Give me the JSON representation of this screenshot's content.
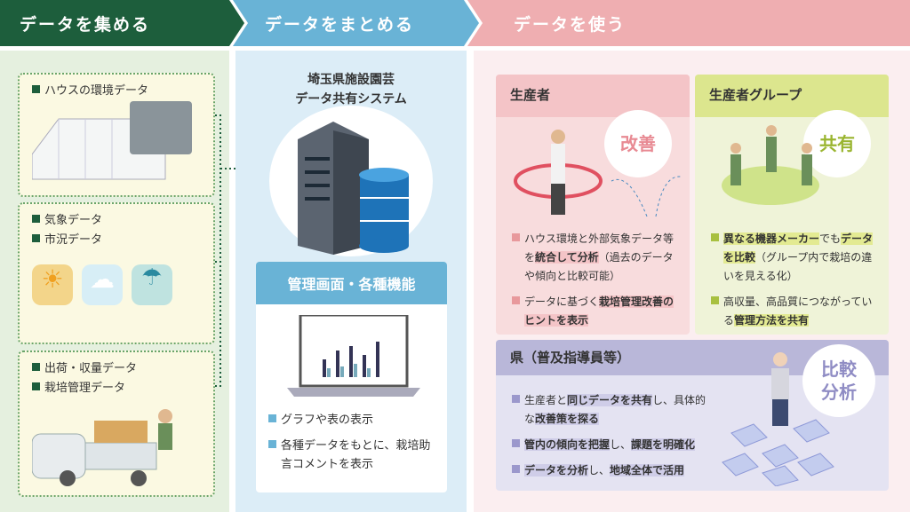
{
  "banners": [
    "データを集める",
    "データをまとめる",
    "データを使う"
  ],
  "collect": {
    "box1": [
      "ハウスの環境データ"
    ],
    "box2": [
      "気象データ",
      "市況データ"
    ],
    "box3": [
      "出荷・収量データ",
      "栽培管理データ"
    ]
  },
  "organize": {
    "system_title": [
      "埼玉県施設園芸",
      "データ共有システム"
    ],
    "panel_title": "管理画面・各種機能",
    "features": [
      "グラフや表の表示",
      "各種データをもとに、栽培助言コメントを表示"
    ]
  },
  "use": {
    "producer": {
      "title": "生産者",
      "badge": "改善",
      "items": [
        [
          [
            "ハウス環境と外部気象データ等を",
            false
          ],
          [
            "統合して分析",
            true
          ],
          [
            "（過去のデータや傾向と比較可能）",
            false
          ]
        ],
        [
          [
            "データに基づく",
            false
          ],
          [
            "栽培管理改善のヒントを表示",
            true
          ]
        ]
      ]
    },
    "group": {
      "title": "生産者グループ",
      "badge": "共有",
      "items": [
        [
          [
            "異なる機器メーカー",
            true
          ],
          [
            "でも",
            false
          ],
          [
            "データを比較",
            true
          ],
          [
            "（グループ内で栽培の違いを見える化）",
            false
          ]
        ],
        [
          [
            "高収量、高品質につながっている",
            false
          ],
          [
            "管理方法を共有",
            true
          ]
        ]
      ]
    },
    "prefecture": {
      "title": "県（普及指導員等）",
      "badge": "比較分析",
      "items": [
        [
          [
            "生産者と",
            false
          ],
          [
            "同じデータを共有",
            true
          ],
          [
            "し、具体的な",
            false
          ],
          [
            "改善策を探る",
            true
          ]
        ],
        [
          [
            "管内の傾向を把握",
            true
          ],
          [
            "し、",
            false
          ],
          [
            "課題を明確化",
            true
          ]
        ],
        [
          [
            "データを分析",
            true
          ],
          [
            "し、",
            false
          ],
          [
            "地域全体で活用",
            true
          ]
        ]
      ]
    }
  },
  "colors": {
    "green": "#1d5e3c",
    "blue": "#69b3d6",
    "pink": "#efaeb1"
  }
}
